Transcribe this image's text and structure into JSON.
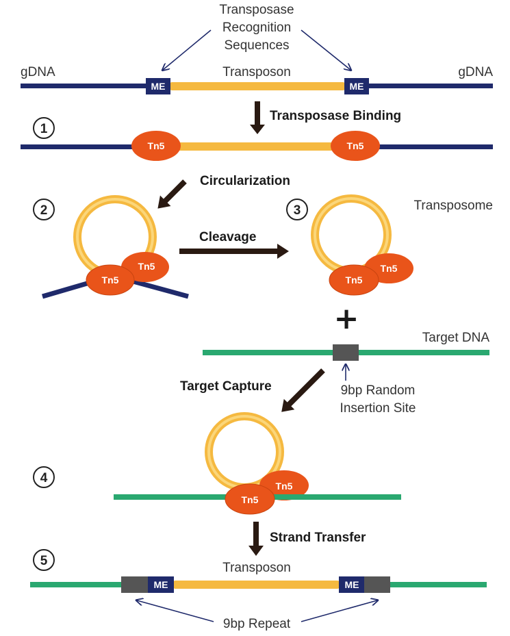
{
  "labels": {
    "recognition_line1": "Transposase",
    "recognition_line2": "Recognition",
    "recognition_line3": "Sequences",
    "gdna_left": "gDNA",
    "gdna_right": "gDNA",
    "transposon_top": "Transposon",
    "transposon_bottom": "Transposon",
    "transposome": "Transposome",
    "target_dna": "Target DNA",
    "insertion_line1": "9bp Random",
    "insertion_line2": "Insertion Site",
    "repeat": "9bp Repeat",
    "me": "ME",
    "tn5": "Tn5",
    "plus": "+"
  },
  "steps": [
    {
      "num": "1",
      "label": "Transposase Binding"
    },
    {
      "num": "2",
      "label": "Circularization"
    },
    {
      "num": "3",
      "label": "Cleavage"
    },
    {
      "num": "4",
      "label": "Target Capture"
    },
    {
      "num": "5",
      "label": "Strand Transfer"
    }
  ],
  "colors": {
    "gdna": "#1f2a6b",
    "transposon": "#f5b940",
    "transposon_light": "#fbd67a",
    "tn5": "#e9541a",
    "me_box": "#1f2a6b",
    "target_dna": "#2aa870",
    "insertion_box": "#555555",
    "arrow": "#2a1a12"
  }
}
